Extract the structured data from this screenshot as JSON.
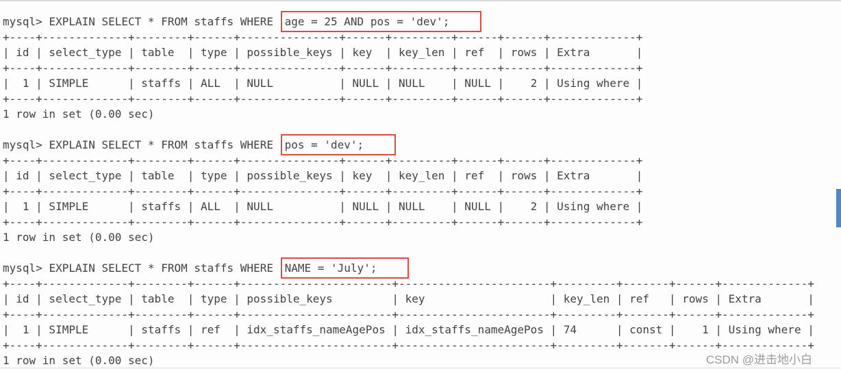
{
  "terminal": {
    "blocks": [
      {
        "prompt": "mysql>",
        "command": "EXPLAIN SELECT * FROM staffs WHERE",
        "highlight": "age = 25 AND pos = 'dev';",
        "result_table": {
          "headers": [
            "id",
            "select_type",
            "table",
            "type",
            "possible_keys",
            "key",
            "key_len",
            "ref",
            "rows",
            "Extra"
          ],
          "rows": [
            [
              "1",
              "SIMPLE",
              "staffs",
              "ALL",
              "NULL",
              "NULL",
              "NULL",
              "NULL",
              "2",
              "Using where"
            ]
          ],
          "right_align_columns": [
            0,
            8
          ]
        },
        "status": "1 row in set (0.00 sec)"
      },
      {
        "prompt": "mysql>",
        "command": "EXPLAIN SELECT * FROM staffs WHERE",
        "highlight": "pos = 'dev';",
        "result_table": {
          "headers": [
            "id",
            "select_type",
            "table",
            "type",
            "possible_keys",
            "key",
            "key_len",
            "ref",
            "rows",
            "Extra"
          ],
          "rows": [
            [
              "1",
              "SIMPLE",
              "staffs",
              "ALL",
              "NULL",
              "NULL",
              "NULL",
              "NULL",
              "2",
              "Using where"
            ]
          ],
          "right_align_columns": [
            0,
            8
          ]
        },
        "status": "1 row in set (0.00 sec)"
      },
      {
        "prompt": "mysql>",
        "command": "EXPLAIN SELECT * FROM staffs WHERE",
        "highlight": "NAME = 'July';",
        "result_table": {
          "headers": [
            "id",
            "select_type",
            "table",
            "type",
            "possible_keys",
            "key",
            "key_len",
            "ref",
            "rows",
            "Extra"
          ],
          "rows": [
            [
              "1",
              "SIMPLE",
              "staffs",
              "ref",
              "idx_staffs_nameAgePos",
              "idx_staffs_nameAgePos",
              "74",
              "const",
              "1",
              "Using where"
            ]
          ],
          "right_align_columns": [
            0,
            8
          ]
        },
        "status": "1 row in set (0.00 sec)"
      }
    ]
  },
  "watermark": "CSDN @进击地小白",
  "colors": {
    "highlight_box": "#d94b43",
    "scrollbar": "#4b87cc",
    "text": "#424242",
    "watermark": "#9b9b9b"
  }
}
